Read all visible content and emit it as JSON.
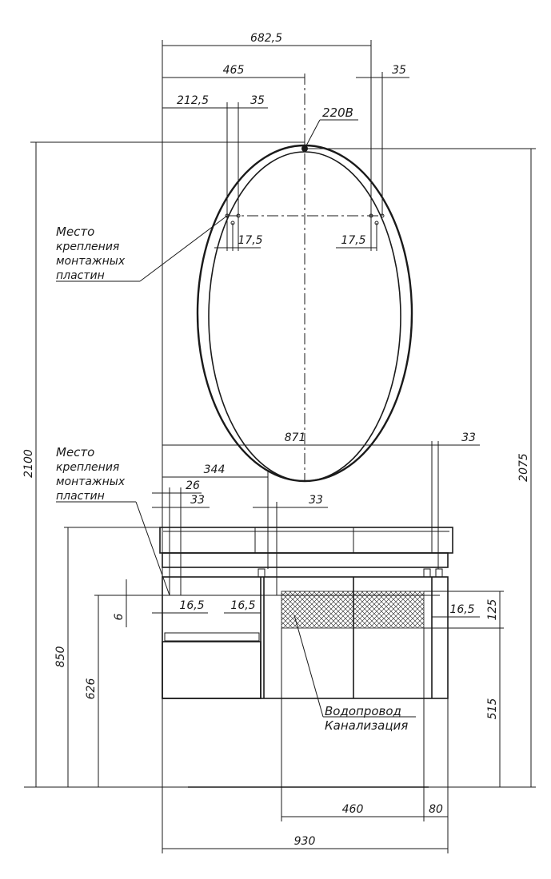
{
  "dimensions": {
    "mirror_width": "682,5",
    "mirror_half": "465",
    "mirror_right_offset": "35",
    "mirror_left_offset": "212,5",
    "mirror_left_offset2": "35",
    "plate_left": "17,5",
    "plate_right": "17,5",
    "total_height_left": "2100",
    "mirror_top_height": "2075",
    "cabinet_width": "871",
    "cabinet_right_offset": "33",
    "cabinet_left_344": "344",
    "cabinet_26": "26",
    "cabinet_33_left": "33",
    "cabinet_33_mid": "33",
    "cabinet_height": "850",
    "plate_height": "626",
    "plate_gap": "6",
    "plate_16_5_a": "16,5",
    "plate_16_5_b": "16,5",
    "plate_16_5_c": "16,5",
    "pipe_zone_height": "125",
    "pipe_zone_bottom": "515",
    "pipe_width": "460",
    "pipe_right": "80",
    "overall_width": "930"
  },
  "labels": {
    "power": "220В",
    "mount_top": [
      "Место",
      "крепления",
      "монтажных",
      "пластин"
    ],
    "mount_bottom": [
      "Место",
      "крепления",
      "монтажных",
      "пластин"
    ],
    "utilities": [
      "Водопровод",
      "Канализация"
    ]
  }
}
